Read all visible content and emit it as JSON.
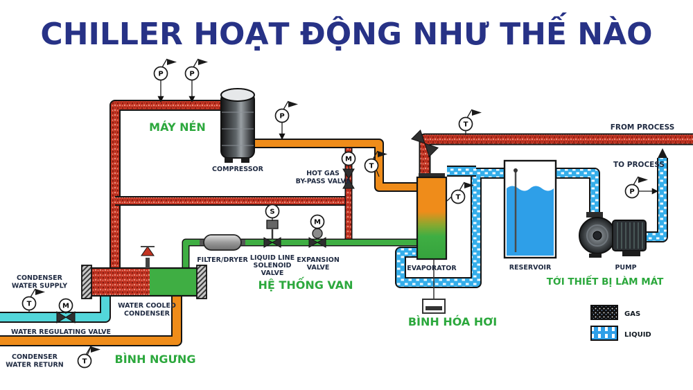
{
  "title": "CHILLER HOẠT ĐỘNG NHƯ THẾ NÀO",
  "colors": {
    "title_navy": "#273286",
    "label_green": "#2ca83d",
    "hot_gas_red": "#c33422",
    "suction_orange": "#ef8c1a",
    "liquid_green": "#3fae43",
    "chilled_blue": "#35aeea",
    "condenser_cyan": "#53d6da"
  },
  "labels": {
    "may_nen": "MÁY NÉN",
    "compressor": "COMPRESSOR",
    "hot_gas": "HOT GAS",
    "by_pass_valve": "BY-PASS VALVE",
    "filter_dryer": "FILTER/DRYER",
    "liquid_line": "LIQUID LINE",
    "solenoid": "SOLENOID",
    "valve": "VALVE",
    "expansion": "EXPANSION",
    "he_thong_van": "HỆ THỐNG VAN",
    "evaporator": "EVAPORATOR",
    "binh_hoa_hoi": "BÌNH HÓA HƠI",
    "reservoir": "RESERVOIR",
    "pump": "PUMP",
    "toi_thiet_bi_lam_mat": "TỚI THIẾT BỊ LÀM MÁT",
    "from_process": "FROM PROCESS",
    "to_process": "TO PROCESS",
    "water_cooled": "WATER COOLED",
    "condenser": "CONDENSER",
    "water_supply": "WATER SUPPLY",
    "water_return": "WATER RETURN",
    "water_regulating_valve": "WATER REGULATING VALVE",
    "binh_ngung": "BÌNH NGƯNG"
  },
  "gauges": {
    "pressure": "P",
    "temperature": "T",
    "solenoid": "S",
    "motor": "M"
  },
  "legend": {
    "gas": "GAS",
    "liquid": "LIQUID"
  }
}
